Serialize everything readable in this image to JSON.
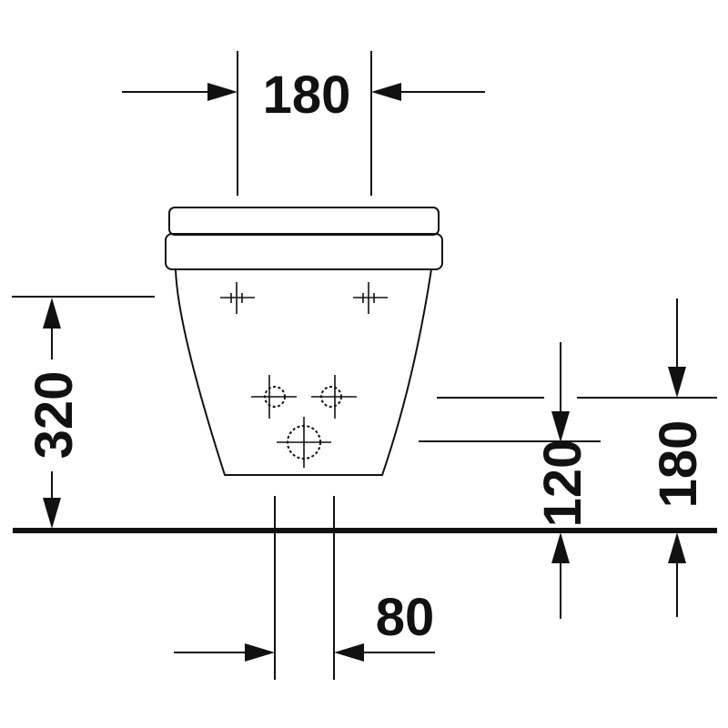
{
  "dimensions": {
    "top_width": "180",
    "height_total": "320",
    "height_inner": "120",
    "height_outer": "180",
    "bottom_width": "80"
  }
}
